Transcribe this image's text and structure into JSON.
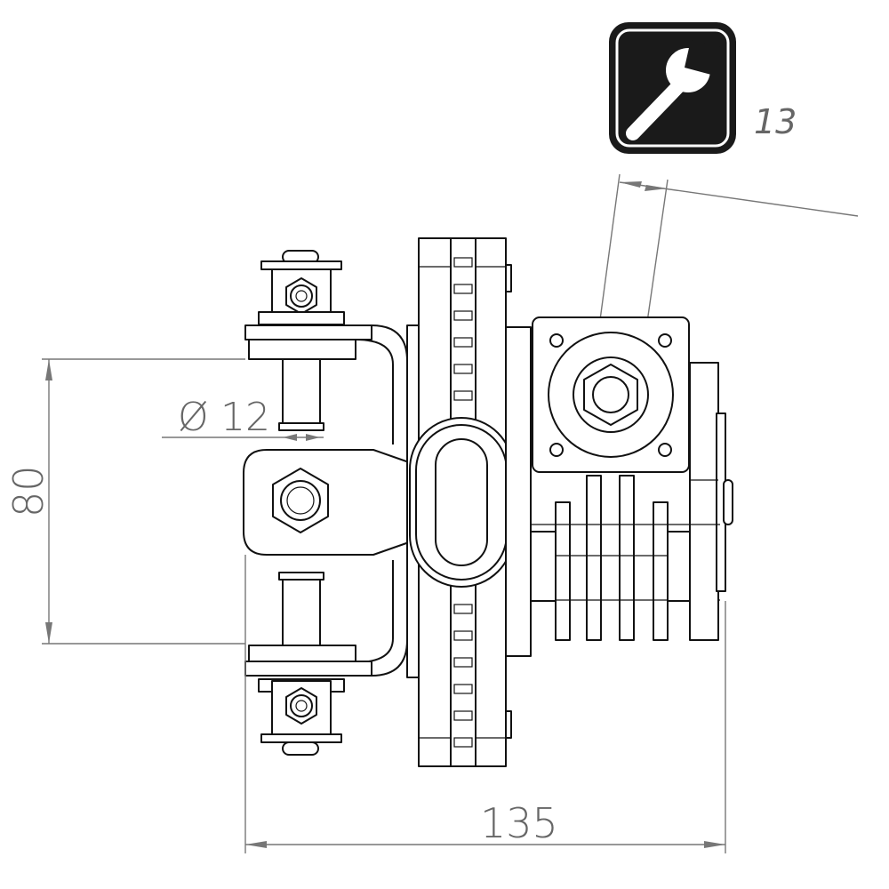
{
  "tool": {
    "icon": "wrench-icon",
    "size_label": "13"
  },
  "dimensions": {
    "diameter_symbol": "Ø",
    "diameter": "12",
    "height": "80",
    "width": "135"
  },
  "colors": {
    "line": "#111111",
    "dimension": "#777777",
    "icon_bg": "#1a1a1a"
  }
}
